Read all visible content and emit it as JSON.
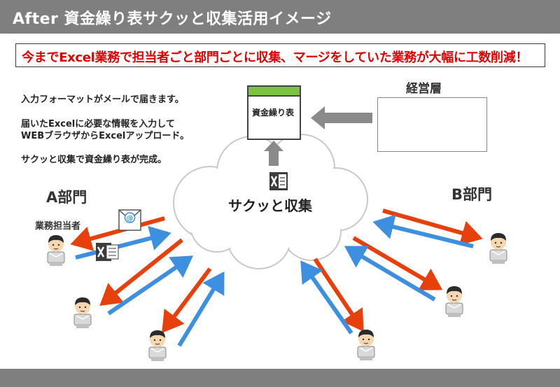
{
  "header": {
    "title": "After 資金繰り表サクッと収集活用イメージ"
  },
  "banner": {
    "text": "今までExcel業務で担当者ごと部門ごとに収集、マージをしていた業務が大幅に工数削減！"
  },
  "notes": {
    "line1": "入力フォーマットがメールで届きます。",
    "line2": "届いたExcelに必要な情報を入力して",
    "line3": "WEBブラウザからExcelアップロード。",
    "line4": "サクッと収集で資金繰り表が完成。"
  },
  "document": {
    "label": "資金繰り表"
  },
  "executives": {
    "label": "経営層"
  },
  "cloud": {
    "label": "サクッと収集"
  },
  "dept_a": {
    "label": "A部門",
    "staff_label": "業務担当者"
  },
  "dept_b": {
    "label": "B部門"
  },
  "colors": {
    "header_bg": "#7f7f7f",
    "banner_text": "#e00000",
    "arrow_red": "#e8400c",
    "arrow_blue": "#3d8fe0",
    "excel_green": "#7dc242"
  },
  "icons": [
    "email-icon",
    "excel-icon",
    "person-icon",
    "executive-icon",
    "document-icon",
    "cloud-shape"
  ]
}
